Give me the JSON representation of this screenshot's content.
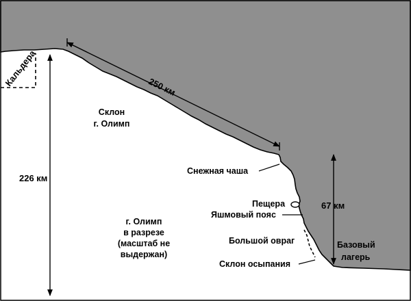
{
  "colors": {
    "sky": "#8f8f8f",
    "ground": "#ffffff",
    "ink": "#000000"
  },
  "labels": {
    "caldera": "Кальдера",
    "summit_distance": "250 км",
    "slope_line1": "Склон",
    "slope_line2": "г. Олимп",
    "height_total": "226 км",
    "snow_bowl": "Снежная чаша",
    "cave": "Пещера",
    "jasper_belt": "Яшмовый пояс",
    "big_ravine": "Большой овраг",
    "scree_slope": "Склон осыпания",
    "cliff_height": "67 км",
    "base_camp_line1": "Базовый",
    "base_camp_line2": "лагерь",
    "section_line1": "г. Олимп",
    "section_line2": "в разрезе",
    "section_line3": "(масштаб не",
    "section_line4": "выдержан)"
  }
}
